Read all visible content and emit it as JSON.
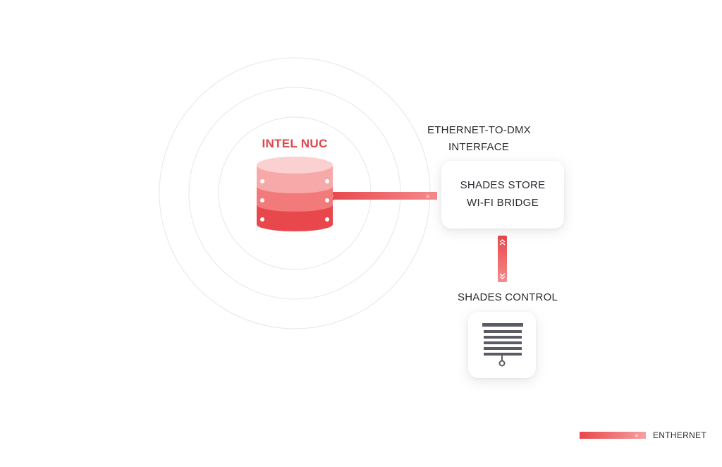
{
  "nodes": {
    "nuc": {
      "title": "INTEL NUC"
    },
    "ethernet_dmx": {
      "line1": "ETHERNET-TO-DMX",
      "line2": "INTERFACE"
    },
    "bridge": {
      "line1": "SHADES STORE",
      "line2": "WI-FI BRIDGE"
    },
    "control": {
      "title": "SHADES CONTROL",
      "icon": "window-shade-icon"
    }
  },
  "legend": {
    "label": "ENTHERNET"
  },
  "colors": {
    "accent": "#e8474c",
    "accent_light": "#f7a9a9",
    "accent_mid": "#f37a7b",
    "text": "#2b2b33",
    "rings": "#e6e6e6"
  }
}
